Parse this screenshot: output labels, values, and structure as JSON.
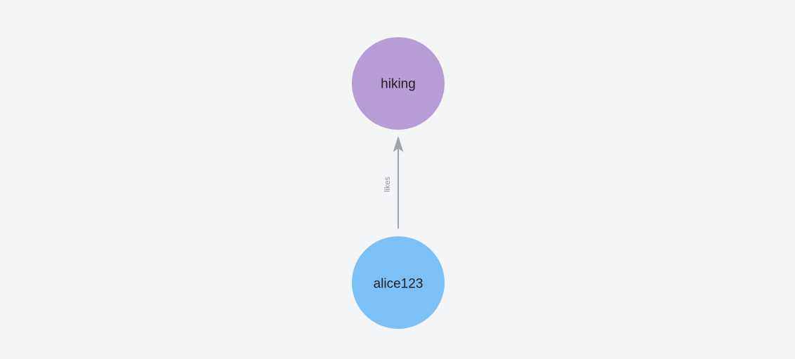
{
  "canvas": {
    "background_color": "#f4f5f6"
  },
  "graph": {
    "nodes": [
      {
        "label": "hiking",
        "color": "#b79dd6",
        "label_color": "#212121"
      },
      {
        "label": "alice123",
        "color": "#7bc0f7",
        "label_color": "#212121"
      }
    ],
    "edges": [
      {
        "label": "likes",
        "from": "alice123",
        "to": "hiking",
        "color": "#a0a3ac",
        "label_color": "#8f929b"
      }
    ]
  }
}
